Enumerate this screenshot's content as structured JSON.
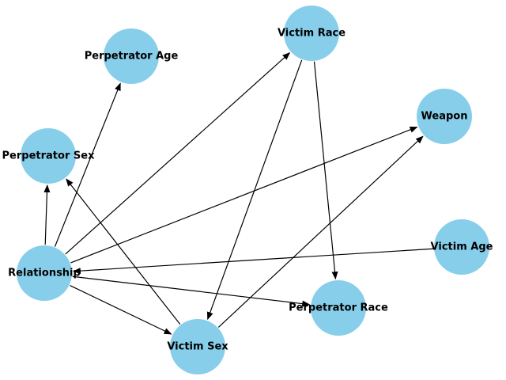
{
  "graph": {
    "nodes": [
      {
        "id": "victim_race",
        "label": "Victim Race"
      },
      {
        "id": "perpetrator_age",
        "label": "Perpetrator Age"
      },
      {
        "id": "weapon",
        "label": "Weapon"
      },
      {
        "id": "perpetrator_sex",
        "label": "Perpetrator Sex"
      },
      {
        "id": "victim_age",
        "label": "Victim Age"
      },
      {
        "id": "relationship",
        "label": "Relationship"
      },
      {
        "id": "perpetrator_race",
        "label": "Perpetrator Race"
      },
      {
        "id": "victim_sex",
        "label": "Victim Sex"
      }
    ],
    "edges": [
      {
        "from": "relationship",
        "to": "perpetrator_sex"
      },
      {
        "from": "relationship",
        "to": "perpetrator_age"
      },
      {
        "from": "relationship",
        "to": "victim_race"
      },
      {
        "from": "relationship",
        "to": "weapon"
      },
      {
        "from": "relationship",
        "to": "perpetrator_race"
      },
      {
        "from": "relationship",
        "to": "victim_sex"
      },
      {
        "from": "victim_age",
        "to": "relationship"
      },
      {
        "from": "victim_race",
        "to": "victim_sex"
      },
      {
        "from": "victim_race",
        "to": "perpetrator_race"
      },
      {
        "from": "victim_sex",
        "to": "perpetrator_sex"
      },
      {
        "from": "victim_sex",
        "to": "weapon"
      }
    ],
    "node_color": "#87ceeb",
    "edge_color": "#000000"
  }
}
